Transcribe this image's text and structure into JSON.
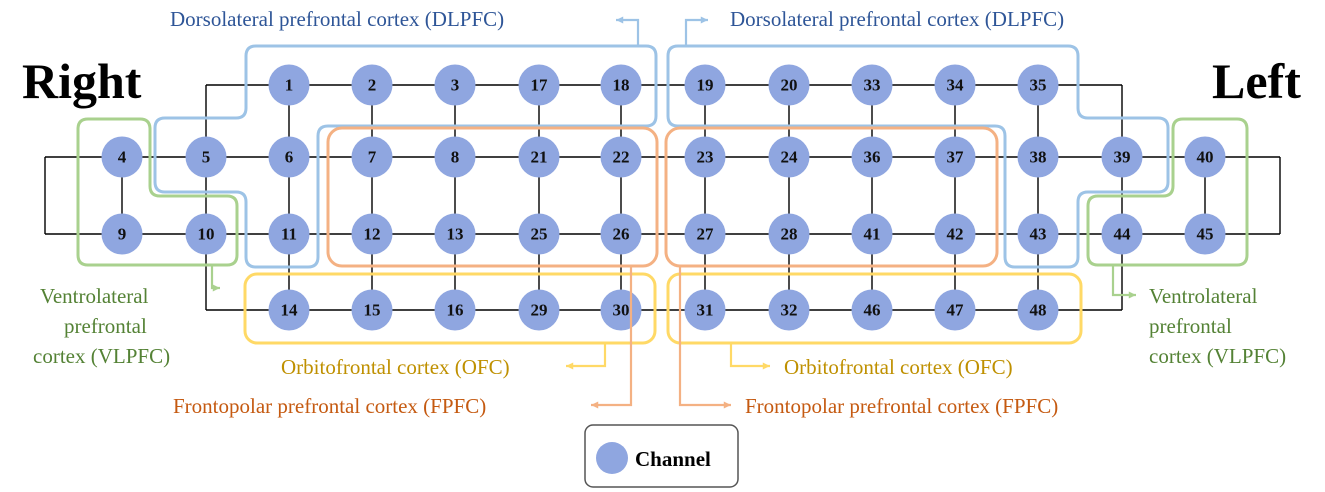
{
  "side_labels": {
    "right": "Right",
    "left": "Left"
  },
  "regions": {
    "dlpfc_right": "Dorsolateral prefrontal cortex (DLPFC)",
    "dlpfc_left": "Dorsolateral prefrontal cortex (DLPFC)",
    "vlpfc_right": [
      "Ventrolateral",
      "prefrontal",
      "cortex (VLPFC)"
    ],
    "vlpfc_left": [
      "Ventrolateral",
      "prefrontal",
      "cortex (VLPFC)"
    ],
    "ofc_right": "Orbitofrontal cortex (OFC)",
    "ofc_left": "Orbitofrontal cortex (OFC)",
    "fpfc_right": "Frontopolar prefrontal cortex (FPFC)",
    "fpfc_left": "Frontopolar prefrontal cortex (FPFC)"
  },
  "colors": {
    "channel_fill": "#8fa6e0",
    "dlpfc": "#9dc3e6",
    "dlpfc_text": "#2e5597",
    "vlpfc": "#a9d18e",
    "vlpfc_text": "#548235",
    "ofc": "#ffd966",
    "ofc_text": "#bf9000",
    "fpfc": "#f4b183",
    "fpfc_text": "#c55a11"
  },
  "channel_rows": [
    [
      "1",
      "2",
      "3",
      "17",
      "18",
      "19",
      "20",
      "33",
      "34",
      "35"
    ],
    [
      "4",
      "5",
      "6",
      "7",
      "8",
      "21",
      "22",
      "23",
      "24",
      "36",
      "37",
      "38",
      "39",
      "40"
    ],
    [
      "9",
      "10",
      "11",
      "12",
      "13",
      "25",
      "26",
      "27",
      "28",
      "41",
      "42",
      "43",
      "44",
      "45"
    ],
    [
      "14",
      "15",
      "16",
      "29",
      "30",
      "31",
      "32",
      "46",
      "47",
      "48"
    ]
  ],
  "legend": {
    "label": "Channel"
  }
}
